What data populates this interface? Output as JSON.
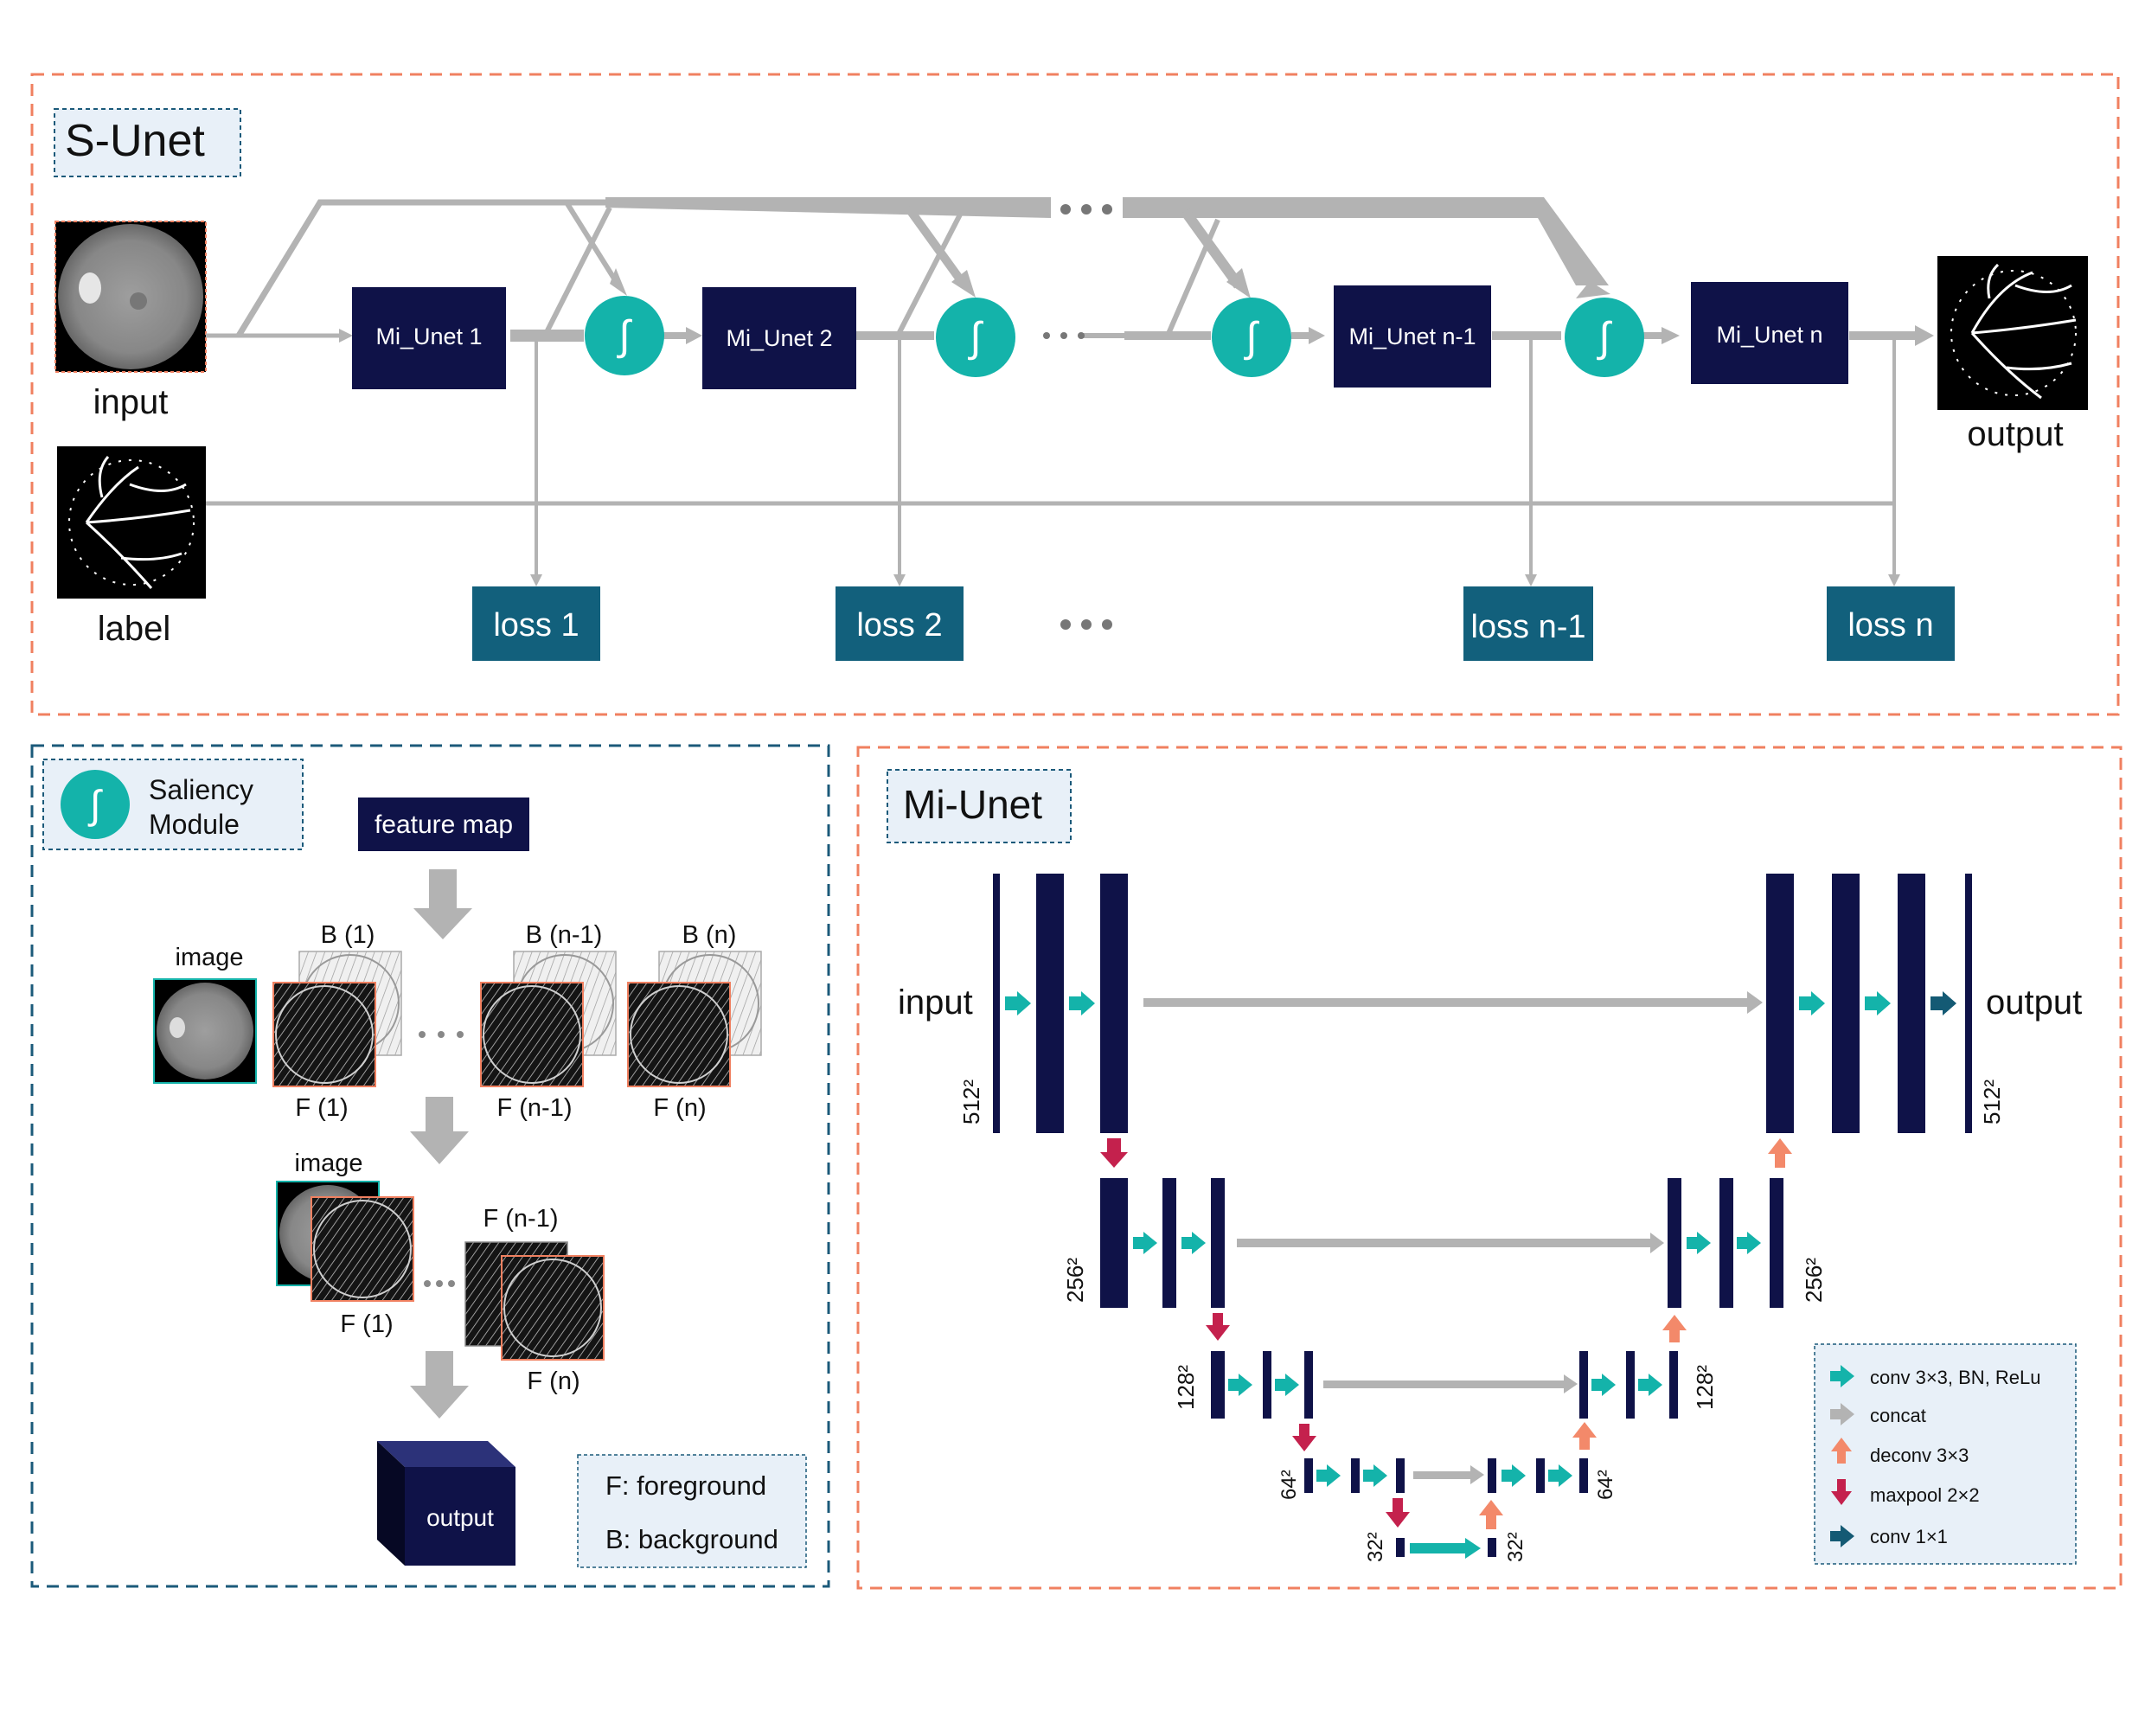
{
  "colors": {
    "navy": "#0f1248",
    "teal": "#14b3aa",
    "loss_teal": "#12607c",
    "gray": "#b3b3b3",
    "orange": "#f3896a",
    "crimson": "#c4214d",
    "dark_teal": "#145a74",
    "orange_border": "#f08060",
    "blue_border": "#1b5a7a",
    "title_bg": "#e8f0f8"
  },
  "sunet": {
    "title": "S-Unet",
    "input_label": "input",
    "label_label": "label",
    "output_label": "output",
    "blocks": [
      "Mi_Unet 1",
      "Mi_Unet 2",
      "Mi_Unet n-1",
      "Mi_Unet n"
    ],
    "losses": [
      "loss 1",
      "loss 2",
      "loss n-1",
      "loss n"
    ],
    "saliency_symbol": "∫"
  },
  "saliency": {
    "symbol": "∫",
    "title_line1": "Saliency",
    "title_line2": "Module",
    "feature_map": "feature map",
    "image1": "image",
    "image2": "image",
    "b1": "B (1)",
    "bn1": "B (n-1)",
    "bn": "B (n)",
    "f1": "F (1)",
    "fn1": "F (n-1)",
    "fn": "F (n)",
    "f1b": "F (1)",
    "fn1b": "F (n-1)",
    "fnb": "F (n)",
    "output": "output",
    "legend_f": "F: foreground",
    "legend_b": "B: background"
  },
  "miunet": {
    "title": "Mi-Unet",
    "input_label": "input",
    "output_label": "output",
    "res512a": "512²",
    "res512b": "512²",
    "res256a": "256²",
    "res256b": "256²",
    "res128a": "128²",
    "res128b": "128²",
    "res64a": "64²",
    "res64b": "64²",
    "res32a": "32²",
    "res32b": "32²",
    "legend": [
      {
        "icon": "teal-arrow-icon",
        "label": "conv 3×3, BN, ReLu"
      },
      {
        "icon": "gray-arrow-icon",
        "label": "concat"
      },
      {
        "icon": "orange-up-arrow-icon",
        "label": "deconv 3×3"
      },
      {
        "icon": "crimson-down-arrow-icon",
        "label": "maxpool 2×2"
      },
      {
        "icon": "darkteal-arrow-icon",
        "label": "conv 1×1"
      }
    ]
  }
}
